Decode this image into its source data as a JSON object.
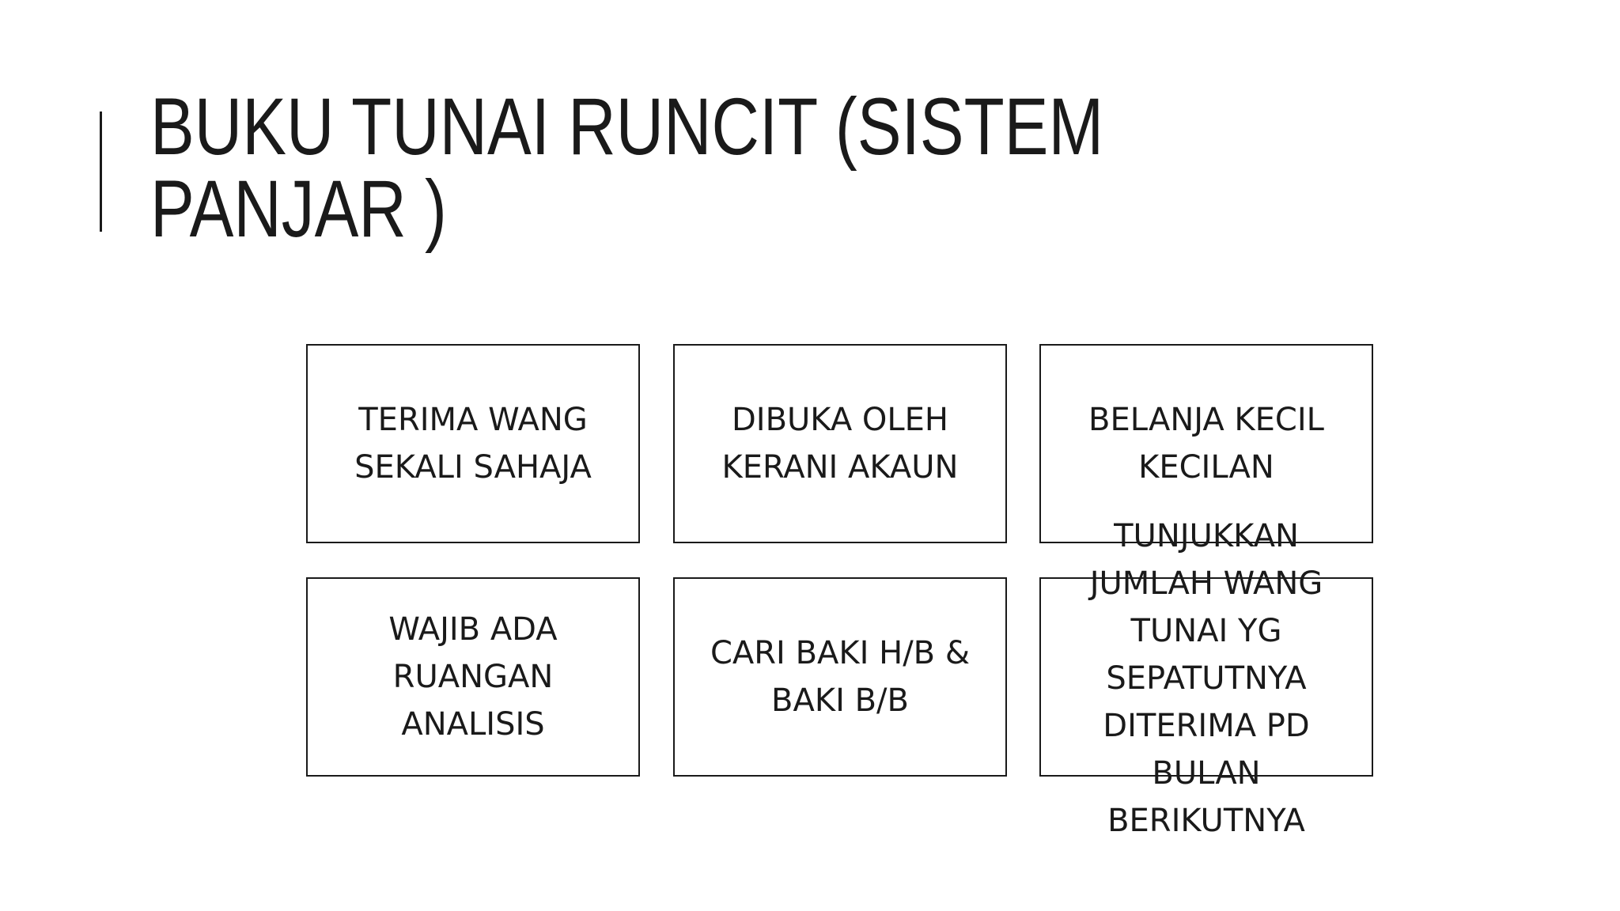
{
  "title": {
    "line1": "BUKU TUNAI RUNCIT (SISTEM",
    "line2": "PANJAR )"
  },
  "boxes": [
    {
      "text": "TERIMA WANG\nSEKALI SAHAJA"
    },
    {
      "text": "DIBUKA OLEH\nKERANI AKAUN"
    },
    {
      "text": "BELANJA KECIL\nKECILAN"
    },
    {
      "text": "WAJIB ADA\nRUANGAN\nANALISIS"
    },
    {
      "text": "CARI BAKI H/B &\nBAKI B/B"
    },
    {
      "text": "TUNJUKKAN\nJUMLAH WANG\nTUNAI YG\nSEPATUTNYA\nDITERIMA PD\nBULAN\nBERIKUTNYA"
    }
  ]
}
